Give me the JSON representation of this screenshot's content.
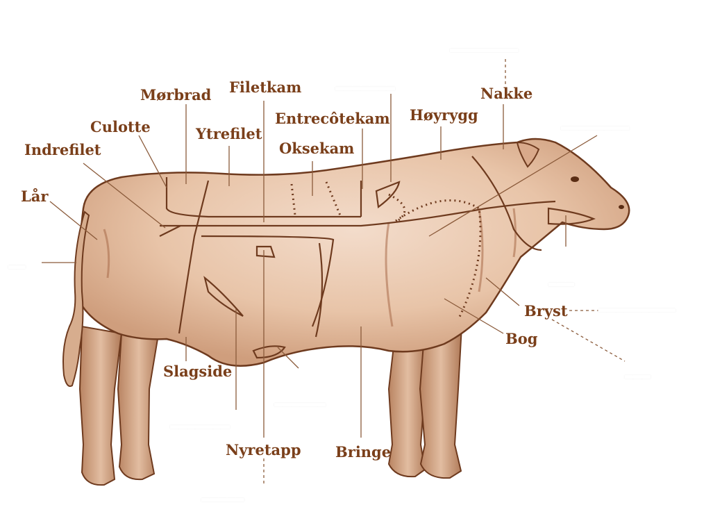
{
  "diagram": {
    "colors": {
      "label": "#7a3f1a",
      "outline": "#6e3a1e",
      "body_fill": "#e9c7ad",
      "body_shade": "#c48f6c",
      "leader": "#8a5a3a"
    },
    "labels": {
      "laar": "Lår",
      "indrefilet": "Indrefilet",
      "culotte": "Culotte",
      "morbrad": "Mørbrad",
      "ytrefilet": "Ytrefilet",
      "filetkam": "Filetkam",
      "entrecotekam": "Entrecôtekam",
      "oksekam": "Oksekam",
      "hoyrygg": "Høyrygg",
      "nakke": "Nakke",
      "bryst": "Bryst",
      "bog": "Bog",
      "slagside": "Slagside",
      "nyretapp": "Nyretapp",
      "bringe": "Bringe"
    }
  }
}
